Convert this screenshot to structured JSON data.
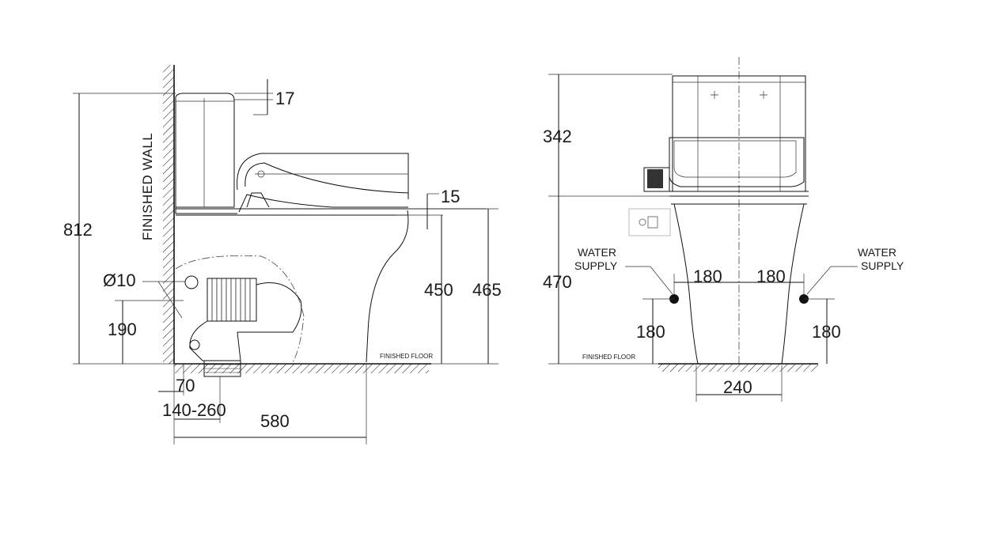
{
  "side_view": {
    "label_finished_wall": "FINISHED WALL",
    "label_finished_floor": "FINISHED FLOOR",
    "dim_total_height": "812",
    "dim_lid_gap": "17",
    "dim_seat_offset": "15",
    "dim_seat_height": "450",
    "dim_rim_height": "465",
    "dim_pipe_diameter": "Ø10",
    "dim_supply_height": "190",
    "dim_supply_offset": "70",
    "dim_outlet_range": "140-260",
    "dim_depth": "580"
  },
  "front_view": {
    "label_finished_floor": "FINISHED FLOOR",
    "dim_tank_height": "342",
    "dim_bowl_height": "470",
    "water_supply_left": [
      "WATER",
      "SUPPLY"
    ],
    "water_supply_right": [
      "WATER",
      "SUPPLY"
    ],
    "dim_left_offset": "180",
    "dim_right_offset": "180",
    "dim_left_supply_height": "180",
    "dim_right_supply_height": "180",
    "dim_base_width": "240"
  }
}
